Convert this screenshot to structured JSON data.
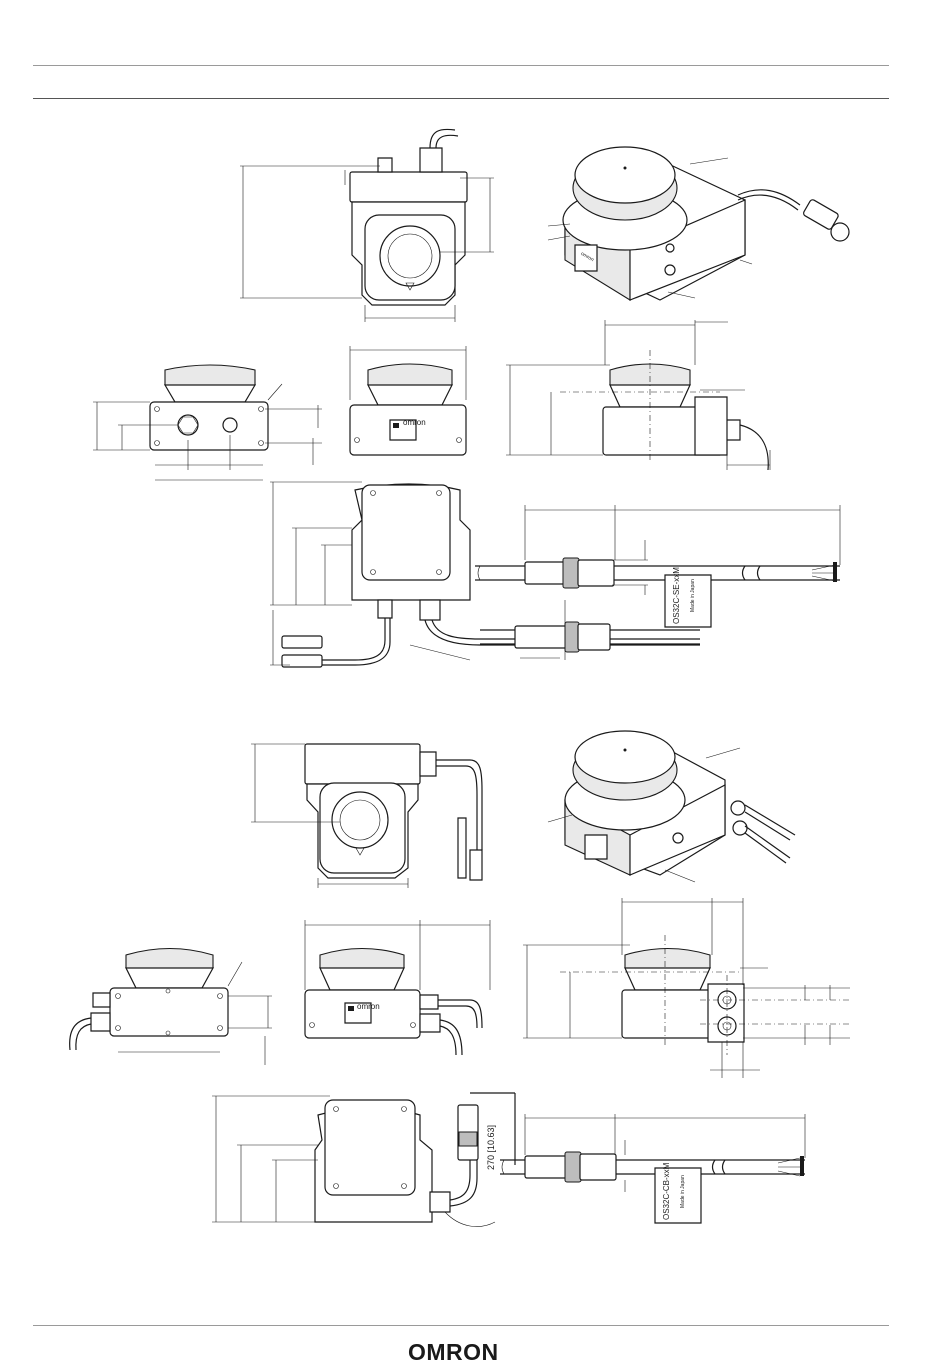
{
  "dimension_label": "270 [10.63]",
  "device_labels": {
    "brand": "omron",
    "cable_tag_top": "OS32C-SE-xxM",
    "cable_tag_bottom": "OS32C-CB-xxM",
    "tag_small": "Made in Japan"
  },
  "footer": {
    "logo": "OMRON"
  },
  "colors": {
    "ink": "#1a1a1a",
    "rule": "#9a9a9a",
    "fill": "#e9e9e9"
  }
}
